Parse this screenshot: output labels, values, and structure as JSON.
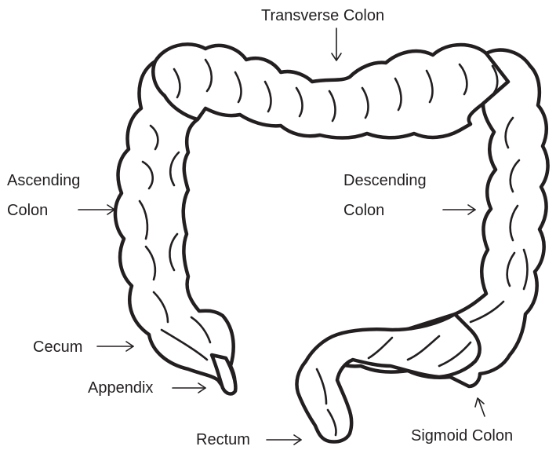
{
  "labels": {
    "transverse": "Transverse Colon",
    "ascending_line1": "Ascending",
    "ascending_line2": "Colon",
    "descending_line1": "Descending",
    "descending_line2": "Colon",
    "cecum": "Cecum",
    "appendix": "Appendix",
    "rectum": "Rectum",
    "sigmoid": "Sigmoid Colon"
  },
  "colors": {
    "ink": "#231f20",
    "background": "#ffffff"
  }
}
